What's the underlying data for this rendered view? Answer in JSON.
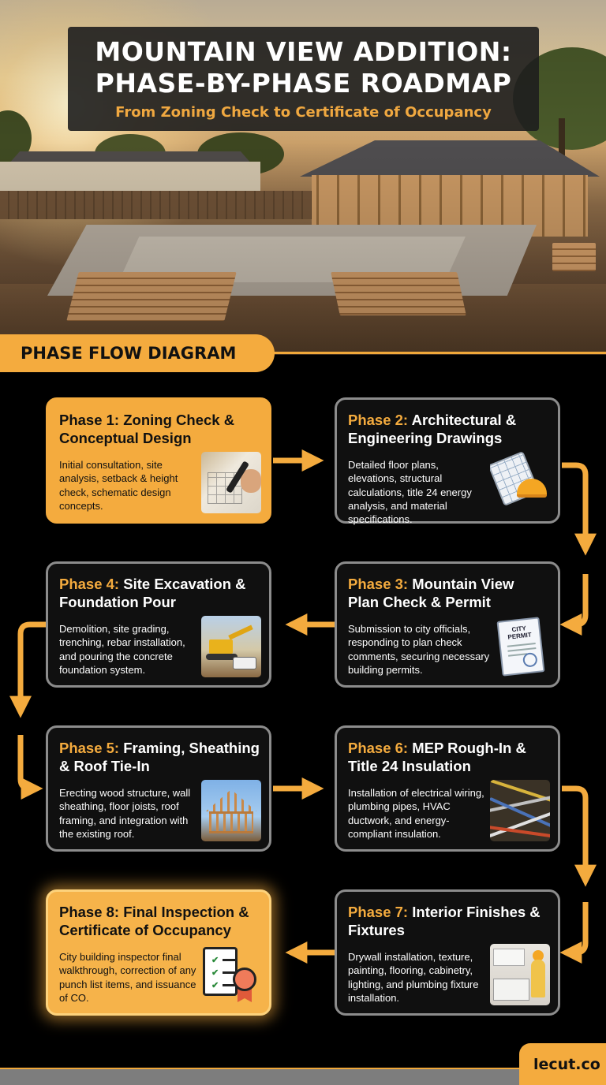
{
  "header": {
    "title_line1": "MOUNTAIN VIEW ADDITION:",
    "title_line2": "PHASE-BY-PHASE ROADMAP",
    "subtitle": "From Zoning Check to Certificate of Occupancy"
  },
  "section": {
    "label": "PHASE FLOW DIAGRAM"
  },
  "phases": [
    {
      "prefix": "Phase 1:",
      "title": "Zoning Check & Conceptual Design",
      "desc": "Initial consultation, site analysis, setback & height check, schematic design concepts.",
      "icon": "design-sketch-icon"
    },
    {
      "prefix": "Phase 2:",
      "title": "Architectural & Engineering Drawings",
      "desc": "Detailed floor plans, elevations, structural calculations, title 24 energy analysis, and material specifications.",
      "icon": "blueprint-hardhat-icon"
    },
    {
      "prefix": "Phase 3:",
      "title": "Mountain View Plan Check & Permit",
      "desc": "Submission to city officials, responding to plan check comments, securing necessary building permits.",
      "icon": "city-permit-icon",
      "permit_text": "CITY PERMIT"
    },
    {
      "prefix": "Phase 4:",
      "title": "Site Excavation & Foundation Pour",
      "desc": "Demolition, site grading, trenching, rebar installation, and pouring the concrete foundation system.",
      "icon": "excavator-icon"
    },
    {
      "prefix": "Phase 5:",
      "title": "Framing, Sheathing & Roof Tie-In",
      "desc": "Erecting wood structure, wall sheathing, floor joists, roof framing, and integration with the existing roof.",
      "icon": "house-framing-icon"
    },
    {
      "prefix": "Phase 6:",
      "title": "MEP Rough-In & Title 24 Insulation",
      "desc": "Installation of electrical wiring, plumbing pipes, HVAC ductwork, and energy-compliant insulation.",
      "icon": "wiring-pipes-icon"
    },
    {
      "prefix": "Phase 7:",
      "title": "Interior Finishes & Fixtures",
      "desc": "Drywall installation, texture, painting, flooring, cabinetry, lighting, and plumbing fixture installation.",
      "icon": "kitchen-worker-icon"
    },
    {
      "prefix": "Phase 8:",
      "title": "Final Inspection & Certificate of Occupancy",
      "desc": "City building inspector final walkthrough, correction of any punch list items, and issuance of CO.",
      "icon": "checklist-badge-icon"
    }
  ],
  "footer": {
    "brand": "lecut.co"
  },
  "colors": {
    "accent": "#f4ab3e",
    "card_border": "#8c8c8c",
    "background": "#000000"
  }
}
